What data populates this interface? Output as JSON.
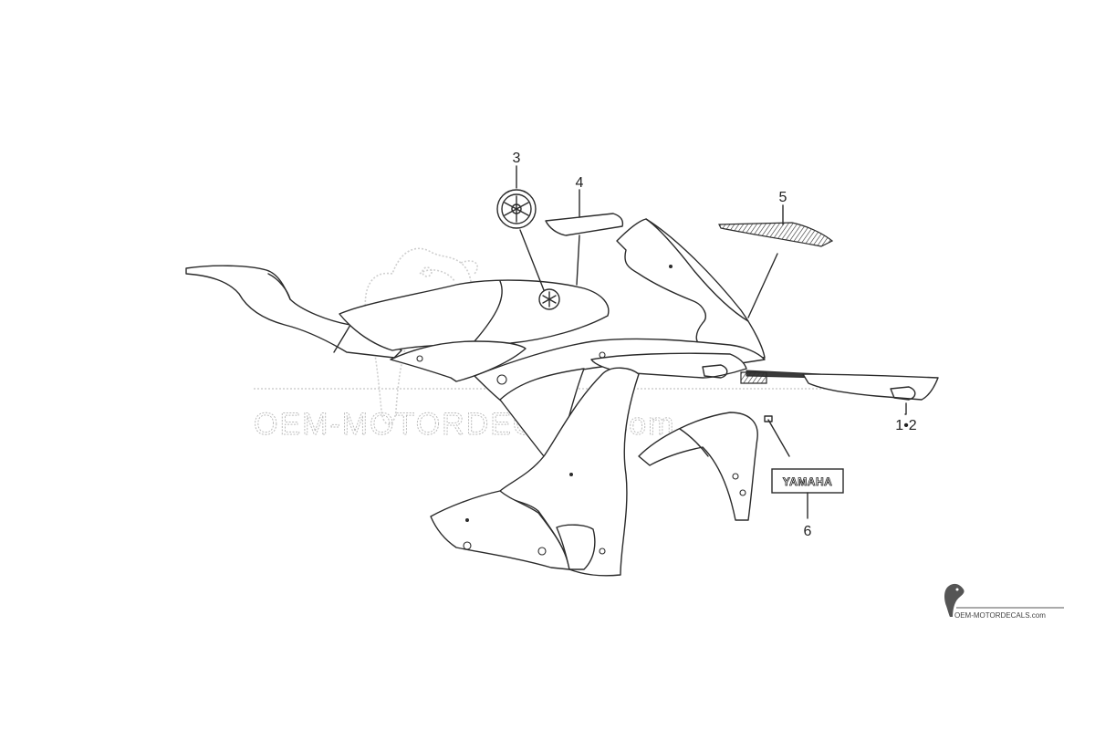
{
  "diagram": {
    "watermark_text": "OEM-MOTORDECALS.com",
    "logo_text": "OEM-MOTORDECALS.com",
    "callouts": [
      {
        "id": "1-2",
        "label": "1•2"
      },
      {
        "id": "3",
        "label": "3"
      },
      {
        "id": "4",
        "label": "4"
      },
      {
        "id": "5",
        "label": "5"
      },
      {
        "id": "6",
        "label": "6"
      }
    ],
    "decal_text": "YAMAHA"
  }
}
